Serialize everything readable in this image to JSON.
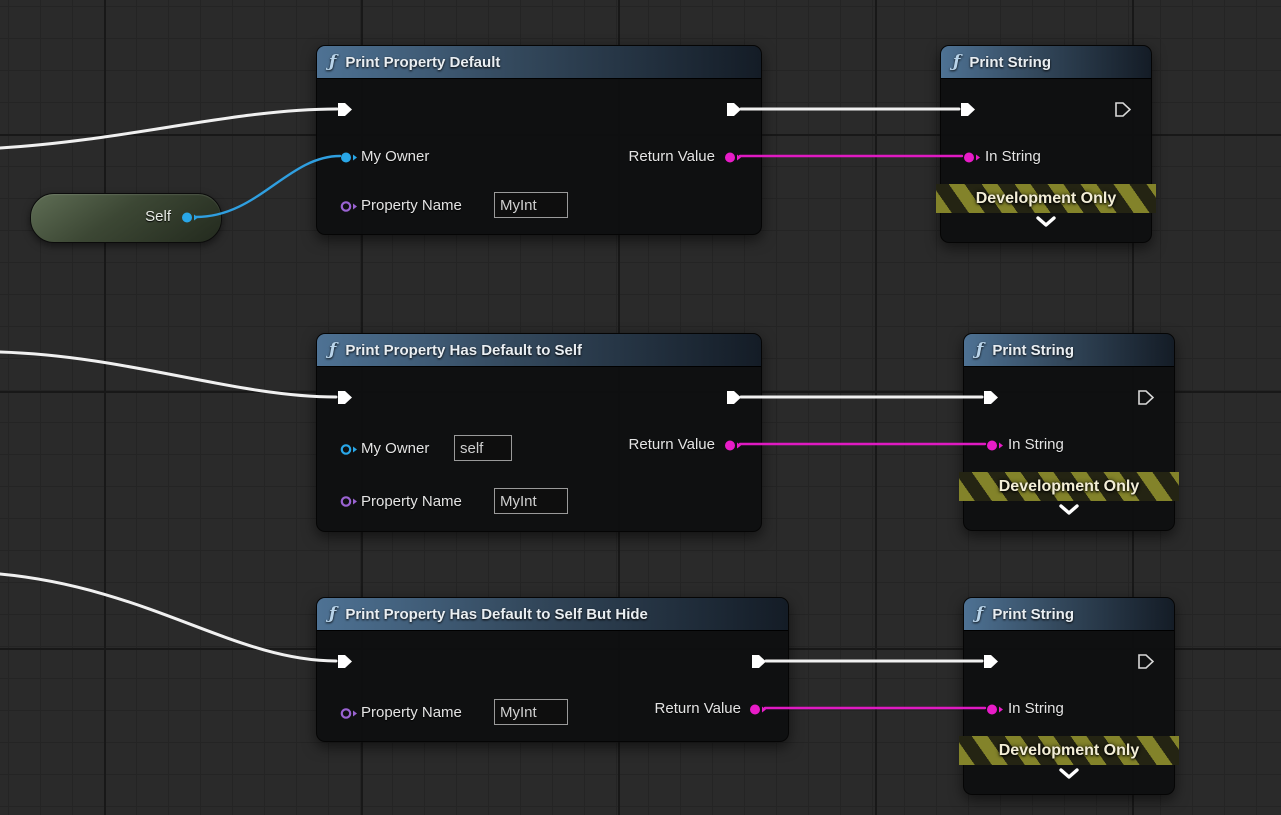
{
  "graph": {
    "self_node": {
      "label": "Self"
    },
    "fn_icon": "ƒ",
    "node1": {
      "title": "Print Property Default",
      "my_owner_label": "My Owner",
      "property_name_label": "Property Name",
      "property_name_value": "MyInt",
      "return_value_label": "Return Value"
    },
    "node2": {
      "title": "Print Property Has Default to Self",
      "my_owner_label": "My Owner",
      "my_owner_value": "self",
      "property_name_label": "Property Name",
      "property_name_value": "MyInt",
      "return_value_label": "Return Value"
    },
    "node3": {
      "title": "Print Property Has Default to Self But Hide",
      "property_name_label": "Property Name",
      "property_name_value": "MyInt",
      "return_value_label": "Return Value"
    },
    "print_string": {
      "title": "Print String",
      "in_string_label": "In String",
      "dev_only_label": "Development Only"
    },
    "colors": {
      "exec_wire": "#f0f0f0",
      "string_wire": "#df1ac2",
      "object_wire": "#2f9fe0",
      "string_pin": "#e81cc8",
      "object_pin": "#29a7e8",
      "name_pin": "#9a63d2",
      "header_blue": "#4e7294",
      "dev_stripe": "#83832a",
      "self_node_green": "#3c4734"
    }
  }
}
